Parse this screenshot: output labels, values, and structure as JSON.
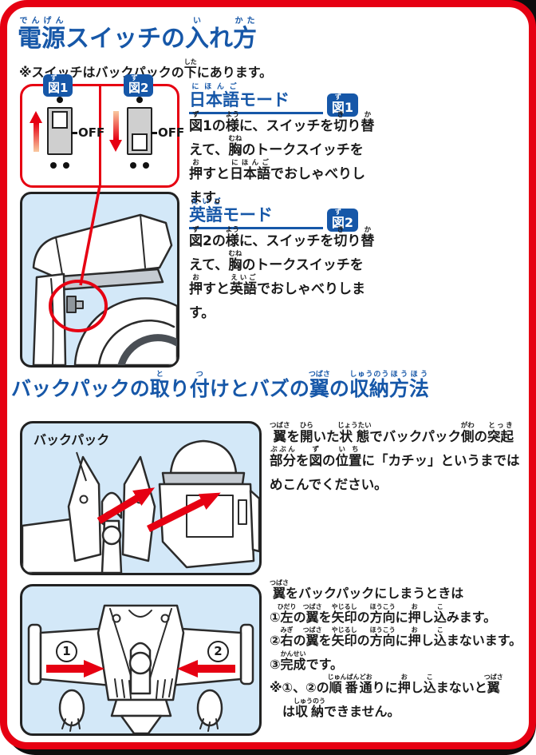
{
  "colors": {
    "accent_blue": "#1657a8",
    "accent_red": "#e60012",
    "diagram_sky_blue": "#d3e8f8",
    "line_art_dark": "#2b2b2b"
  },
  "power_section": {
    "title": [
      {
        "t": "電源",
        "r": "でんげん"
      },
      {
        "t": "スイッチの"
      },
      {
        "t": "入",
        "r": "い"
      },
      {
        "t": "れ"
      },
      {
        "t": "方",
        "r": "かた"
      }
    ],
    "note": [
      {
        "t": "※スイッチはバックパックの"
      },
      {
        "t": "下",
        "r": "した"
      },
      {
        "t": "にあります。"
      }
    ],
    "fig1_badge": [
      {
        "t": "図",
        "r": "ず"
      },
      {
        "t": "1"
      }
    ],
    "fig2_badge": [
      {
        "t": "図",
        "r": "ず"
      },
      {
        "t": "2"
      }
    ],
    "off_label": "OFF",
    "japanese_mode": {
      "heading": [
        {
          "t": "日本語",
          "r": "にほんご"
        },
        {
          "t": "モード"
        }
      ],
      "body": [
        {
          "t": "図",
          "r": "ず"
        },
        {
          "t": "1の"
        },
        {
          "t": "様",
          "r": "よう"
        },
        {
          "t": "に、スイッチを"
        },
        {
          "t": "切",
          "r": "き"
        },
        {
          "t": "り"
        },
        {
          "t": "替",
          "r": "か"
        },
        {
          "t": "えて、"
        },
        {
          "t": "胸",
          "r": "むね"
        },
        {
          "t": "のトークスイッチを"
        },
        {
          "t": "押",
          "r": "お"
        },
        {
          "t": "すと"
        },
        {
          "t": "日本語",
          "r": "にほんご"
        },
        {
          "t": "でおしゃべりします。"
        }
      ]
    },
    "english_mode": {
      "heading": [
        {
          "t": "英語",
          "r": "えいご"
        },
        {
          "t": "モード"
        }
      ],
      "body": [
        {
          "t": "図",
          "r": "ず"
        },
        {
          "t": "2の"
        },
        {
          "t": "様",
          "r": "よう"
        },
        {
          "t": "に、スイッチを"
        },
        {
          "t": "切",
          "r": "き"
        },
        {
          "t": "り"
        },
        {
          "t": "替",
          "r": "か"
        },
        {
          "t": "えて、"
        },
        {
          "t": "胸",
          "r": "むね"
        },
        {
          "t": "のトークスイッチを"
        },
        {
          "t": "押",
          "r": "お"
        },
        {
          "t": "すと"
        },
        {
          "t": "英語",
          "r": "えいご"
        },
        {
          "t": "でおしゃべりします。"
        }
      ]
    }
  },
  "backpack_section": {
    "title": [
      {
        "t": "バックパックの"
      },
      {
        "t": "取",
        "r": "と"
      },
      {
        "t": "り"
      },
      {
        "t": "付",
        "r": "つ"
      },
      {
        "t": "けとバズの"
      },
      {
        "t": "翼",
        "r": "つばさ"
      },
      {
        "t": "の"
      },
      {
        "t": "収納",
        "r": "しゅうのう"
      },
      {
        "t": "方法",
        "r": "ほうほう"
      }
    ],
    "attach": {
      "diagram_label": [
        {
          "t": "バックパック"
        }
      ],
      "body": [
        {
          "t": "翼",
          "r": "つばさ"
        },
        {
          "t": "を"
        },
        {
          "t": "開",
          "r": "ひら"
        },
        {
          "t": "いた"
        },
        {
          "t": "状態",
          "r": "じょうたい"
        },
        {
          "t": "でバックパック"
        },
        {
          "t": "側",
          "r": "がわ"
        },
        {
          "t": "の"
        },
        {
          "t": "突起",
          "r": "とっき"
        },
        {
          "t": "部分",
          "r": "ぶぶん"
        },
        {
          "t": "を"
        },
        {
          "t": "図",
          "r": "ず"
        },
        {
          "t": "の"
        },
        {
          "t": "位置",
          "r": "いち"
        },
        {
          "t": "に「カチッ」というまでは"
        },
        {
          "t": "めこんでください。"
        }
      ]
    },
    "storage": {
      "marker1": "1",
      "marker2": "2",
      "lines": [
        [
          {
            "t": "翼",
            "r": "つばさ"
          },
          {
            "t": "をバックパックにしまうときは"
          }
        ],
        [
          {
            "t": "①"
          },
          {
            "t": "左",
            "r": "ひだり"
          },
          {
            "t": "の"
          },
          {
            "t": "翼",
            "r": "つばさ"
          },
          {
            "t": "を"
          },
          {
            "t": "矢印",
            "r": "やじるし"
          },
          {
            "t": "の"
          },
          {
            "t": "方向",
            "r": "ほうこう"
          },
          {
            "t": "に"
          },
          {
            "t": "押",
            "r": "お"
          },
          {
            "t": "し"
          },
          {
            "t": "込",
            "r": "こ"
          },
          {
            "t": "みます。"
          }
        ],
        [
          {
            "t": "②"
          },
          {
            "t": "右",
            "r": "みぎ"
          },
          {
            "t": "の"
          },
          {
            "t": "翼",
            "r": "つばさ"
          },
          {
            "t": "を"
          },
          {
            "t": "矢印",
            "r": "やじるし"
          },
          {
            "t": "の"
          },
          {
            "t": "方向",
            "r": "ほうこう"
          },
          {
            "t": "に"
          },
          {
            "t": "押",
            "r": "お"
          },
          {
            "t": "し"
          },
          {
            "t": "込",
            "r": "こ"
          },
          {
            "t": "まないます。"
          }
        ],
        [
          {
            "t": "③"
          },
          {
            "t": "完成",
            "r": "かんせい"
          },
          {
            "t": "です。"
          }
        ],
        [
          {
            "t": "※①、②の"
          },
          {
            "t": "順番",
            "r": "じゅんばん"
          },
          {
            "t": "通",
            "r": "どお"
          },
          {
            "t": "りに"
          },
          {
            "t": "押",
            "r": "お"
          },
          {
            "t": "し"
          },
          {
            "t": "込",
            "r": "こ"
          },
          {
            "t": "まないと"
          },
          {
            "t": "翼",
            "r": "つばさ"
          }
        ],
        [
          {
            "t": "は"
          },
          {
            "t": "収納",
            "r": "しゅうのう"
          },
          {
            "t": "できません。"
          }
        ]
      ]
    }
  }
}
